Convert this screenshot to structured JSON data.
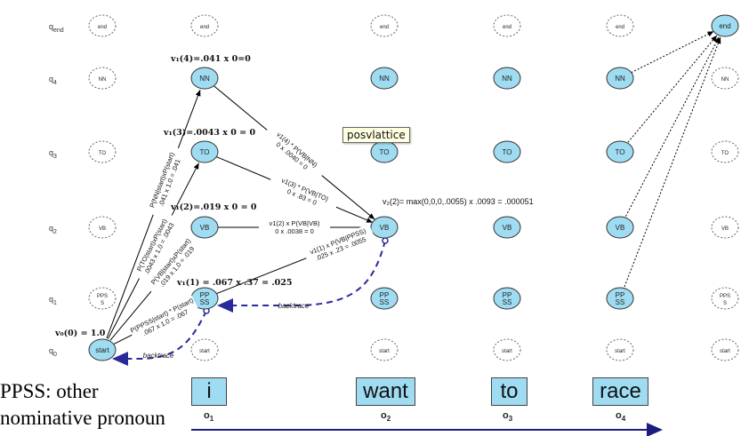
{
  "row_labels": [
    "q_end",
    "q4",
    "q3",
    "q2",
    "q1",
    "q0"
  ],
  "states": [
    "end",
    "NN",
    "TO",
    "VB",
    "PP SS",
    "start"
  ],
  "inactive_state_labels": {
    "ppss": "PPS S"
  },
  "columns": [
    {
      "active": [
        "start"
      ]
    },
    {
      "active": [
        "NN",
        "TO",
        "VB",
        "PPSS"
      ]
    },
    {
      "active": [
        "NN",
        "TO",
        "VB",
        "PPSS"
      ]
    },
    {
      "active": [
        "NN",
        "TO",
        "VB",
        "PPSS"
      ]
    },
    {
      "active": [
        "NN",
        "TO",
        "VB",
        "PPSS"
      ]
    },
    {
      "active": [
        "end"
      ]
    }
  ],
  "viterbi_labels": {
    "v0": "v₀(0) = 1.0",
    "v1_4": "v₁(4)=.041 x 0=0",
    "v1_3": "v₁(3)=.0043 x 0 = 0",
    "v1_2": "v₁(2)=.019 x 0 = 0",
    "v1_1": "v₁(1) = .067 x .37 = .025",
    "v2_2": "v₂(2)= max(0,0,0,.0055) x .0093 = .000051"
  },
  "edge_labels": {
    "start_nn": [
      "P(NN|start)xP(start)",
      ".041 x 1.0 = .041"
    ],
    "start_to": [
      "P(TO|start)xP(start)",
      ".0043 x 1.0 = .0043"
    ],
    "start_vb": [
      "P(VB|start)xP(start)",
      ".019 x 1.0 = .019"
    ],
    "start_ppss": [
      "P(PPSS|start) * P(start)",
      ".067 x 1.0 = .067"
    ],
    "nn_vb": [
      "v1(4) * P(VB|NN)",
      "0 x .0040 = 0"
    ],
    "to_vb": [
      "v1(3) * P(VB|TO)",
      "0 x .83 = 0"
    ],
    "vb_vb": [
      "v1(2) x P(VB|VB)",
      "0 x .0038 = 0"
    ],
    "ppss_vb": [
      "v1(1) x P(VB|PPSS)",
      ".025 x .23 = .0055"
    ]
  },
  "backtrace_label": "backtrace",
  "tooltip": "posvlattice",
  "note": [
    "PPSS: other",
    "nominative pronoun"
  ],
  "words": [
    "i",
    "want",
    "to",
    "race"
  ],
  "observations": [
    {
      "o": "o",
      "sub": "1"
    },
    {
      "o": "o",
      "sub": "2"
    },
    {
      "o": "o",
      "sub": "3"
    },
    {
      "o": "o",
      "sub": "4"
    }
  ],
  "colors": {
    "node_fill": "#9fdcf2",
    "backtrace": "#2a2a9a",
    "axis": "#1c1c80"
  }
}
